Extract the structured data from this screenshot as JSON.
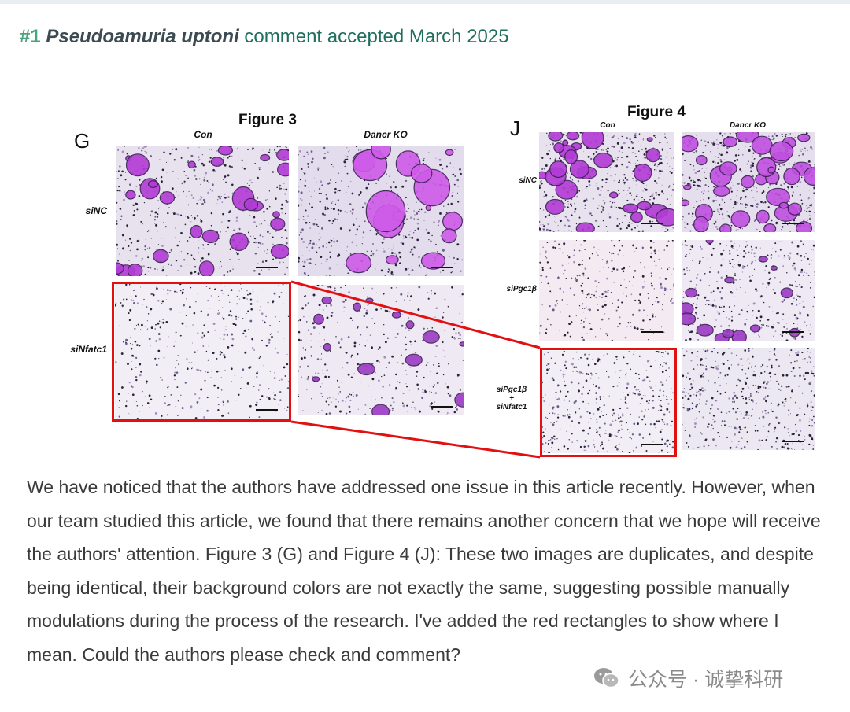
{
  "header": {
    "number": "#1",
    "species": "Pseudoamuria uptoni",
    "status_text": "comment accepted March 2025"
  },
  "figure3": {
    "title": "Figure 3",
    "panel_letter": "G",
    "columns": [
      "Con",
      "Dancr KO"
    ],
    "rows": [
      "siNC",
      "siNfatc1"
    ]
  },
  "figure4": {
    "title": "Figure 4",
    "panel_letter": "J",
    "columns": [
      "Con",
      "Dancr KO"
    ],
    "rows": [
      "siNC",
      "siPgc1β",
      "siPgc1β\n+\nsiNfatc1"
    ]
  },
  "comment": {
    "text": "We have noticed that the authors have addressed one issue in this article recently. However, when our team studied this article, we found that there remains another concern that we hope will receive the authors' attention. Figure 3 (G) and Figure 4 (J): These two images are duplicates, and despite being identical, their background colors are not exactly the same, suggesting possible manually modulations during the process of the research. I've added the red rectangles to show where I mean. Could the authors please check and comment?"
  },
  "watermark": {
    "icon": "wechat-icon",
    "text": "公众号 · 诚挚科研"
  },
  "colors": {
    "header_text": "#1f6f5f",
    "number": "#49a37d",
    "highlight_red": "#e21010",
    "stain_purple": "#b23bd6"
  }
}
